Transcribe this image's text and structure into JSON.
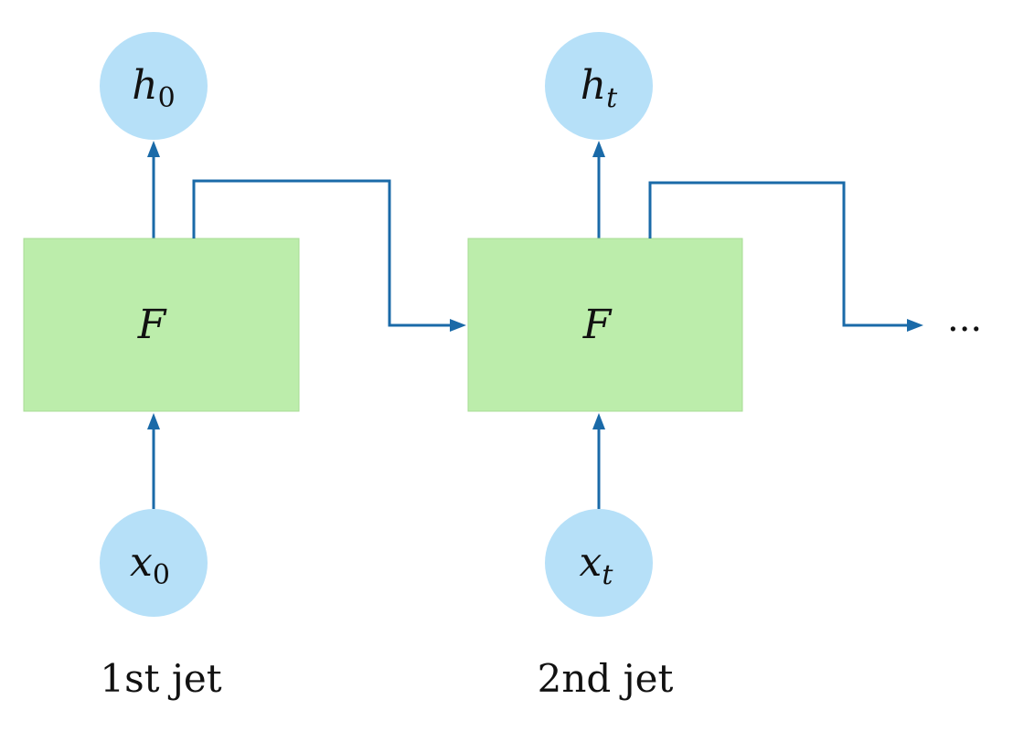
{
  "cells": [
    {
      "output": {
        "symbol": "h",
        "subscript": "0"
      },
      "block": {
        "label": "F"
      },
      "input": {
        "symbol": "x",
        "subscript": "0"
      },
      "caption": "1st jet"
    },
    {
      "output": {
        "symbol": "h",
        "subscript": "t"
      },
      "block": {
        "label": "F"
      },
      "input": {
        "symbol": "x",
        "subscript": "t"
      },
      "caption": "2nd jet"
    }
  ],
  "continuation": "...",
  "colors": {
    "node_fill": "#b6e0f8",
    "block_fill": "#bcedab",
    "wire": "#1a6aa8"
  }
}
